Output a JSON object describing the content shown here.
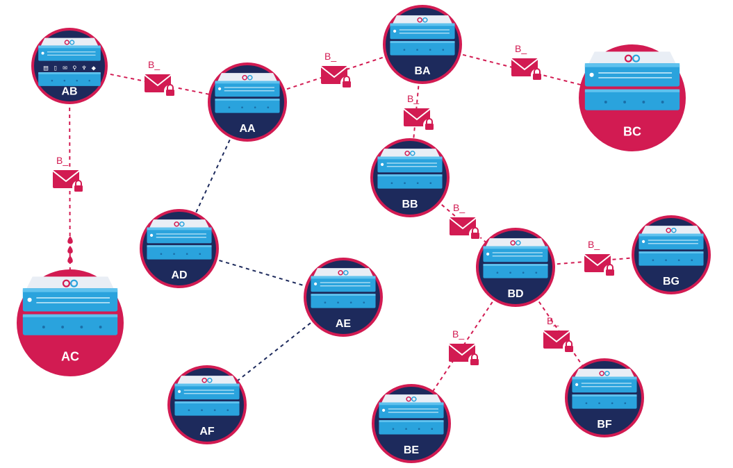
{
  "colors": {
    "navy": "#1d2a5c",
    "crimson": "#d21b52",
    "server_blue": "#2aa3dd",
    "server_light": "#e9eef5",
    "link_pink": "#d21b52",
    "link_dark": "#1d2a5c"
  },
  "nodes": [
    {
      "id": "AB",
      "label": "AB"
    },
    {
      "id": "AA",
      "label": "AA"
    },
    {
      "id": "AC",
      "label": "AC"
    },
    {
      "id": "AD",
      "label": "AD"
    },
    {
      "id": "AE",
      "label": "AE"
    },
    {
      "id": "AF",
      "label": "AF"
    },
    {
      "id": "BA",
      "label": "BA"
    },
    {
      "id": "BB",
      "label": "BB"
    },
    {
      "id": "BC",
      "label": "BC"
    },
    {
      "id": "BD",
      "label": "BD"
    },
    {
      "id": "BE",
      "label": "BE"
    },
    {
      "id": "BF",
      "label": "BF"
    },
    {
      "id": "BG",
      "label": "BG"
    }
  ],
  "links": [
    {
      "from": "AB",
      "to": "AA",
      "style": "pink",
      "envelope": "B_"
    },
    {
      "from": "AA",
      "to": "BA",
      "style": "pink",
      "envelope": "B_"
    },
    {
      "from": "BA",
      "to": "BC",
      "style": "pink",
      "envelope": "B_"
    },
    {
      "from": "BA",
      "to": "BB",
      "style": "pink",
      "envelope": "B_"
    },
    {
      "from": "AB",
      "to": "AC",
      "style": "pink",
      "envelope": "B_"
    },
    {
      "from": "BB",
      "to": "BD",
      "style": "pink",
      "envelope": "B_"
    },
    {
      "from": "BD",
      "to": "BG",
      "style": "pink",
      "envelope": "B_"
    },
    {
      "from": "BD",
      "to": "BE",
      "style": "pink",
      "envelope": "B_"
    },
    {
      "from": "BD",
      "to": "BF",
      "style": "pink",
      "envelope": "B_"
    },
    {
      "from": "AA",
      "to": "AD",
      "style": "dark",
      "envelope": null
    },
    {
      "from": "AD",
      "to": "AE",
      "style": "dark",
      "envelope": null
    },
    {
      "from": "AE",
      "to": "AF",
      "style": "dark",
      "envelope": null
    }
  ]
}
